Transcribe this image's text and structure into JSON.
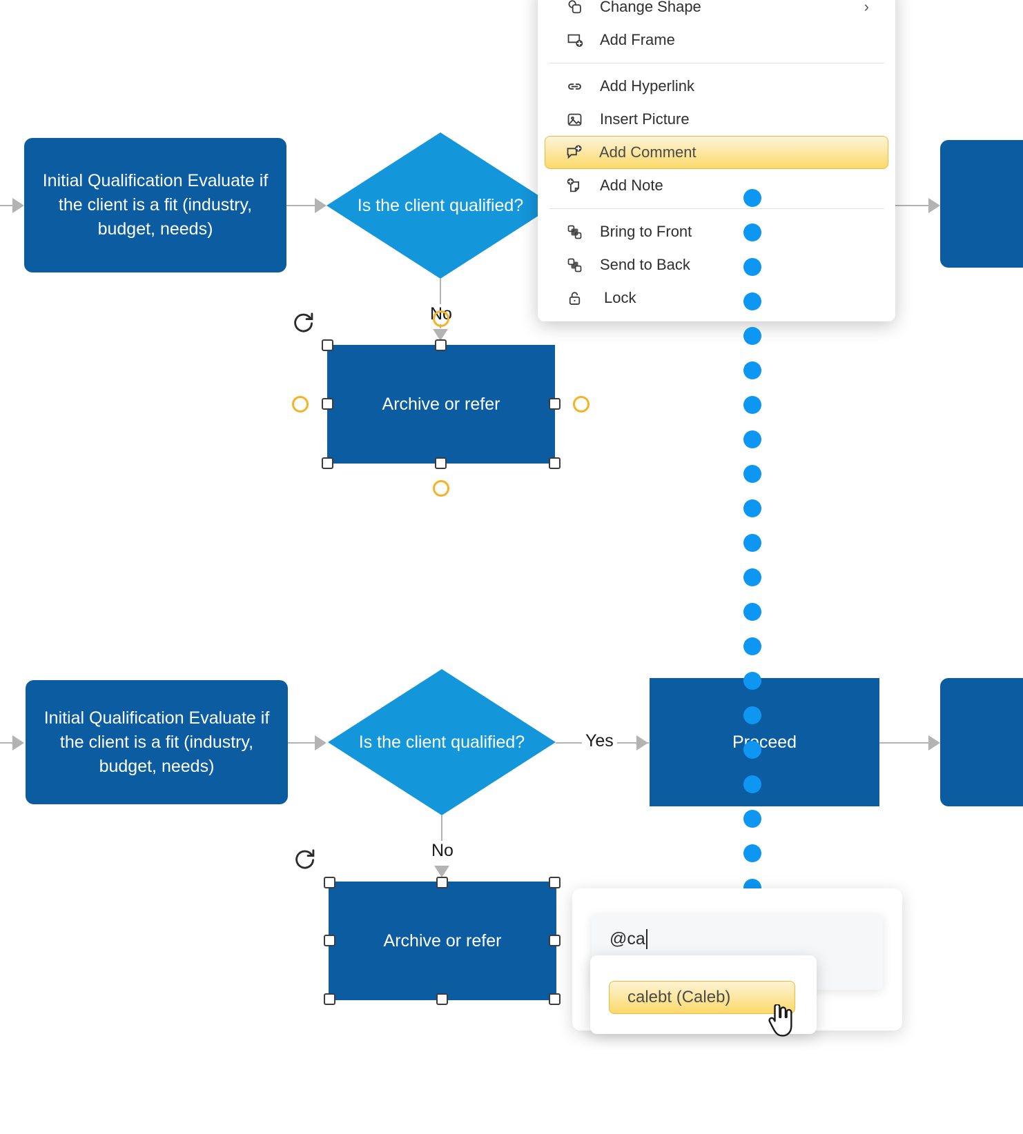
{
  "app": {
    "kind": "diagram-editor-canvas",
    "accent_blue_dark": "#0b5ca0",
    "accent_blue_light": "#1496db",
    "highlight_amber": "#fbd96a",
    "drag_dot_blue": "#0d96f2",
    "connector_gray": "#b3b3b3"
  },
  "flow_top": {
    "process_1": "Initial Qualification Evaluate if the client is a fit (industry, budget, needs)",
    "decision_1": "Is the client qualified?",
    "edge_no": "No",
    "selected_shape": "Archive or refer"
  },
  "flow_bottom": {
    "process_1": "Initial Qualification Evaluate if the client is a fit (industry, budget, needs)",
    "decision_1": "Is the client qualified?",
    "edge_yes": "Yes",
    "edge_no": "No",
    "process_proceed": "Proceed",
    "selected_shape": "Archive or refer"
  },
  "context_menu": {
    "items": [
      {
        "label": "Change Shape",
        "icon": "change-shape-icon",
        "submenu": true,
        "highlight": false
      },
      {
        "label": "Add Frame",
        "icon": "add-frame-icon",
        "submenu": false,
        "highlight": false
      },
      {
        "label": "Add Hyperlink",
        "icon": "add-hyperlink-icon",
        "submenu": false,
        "highlight": false
      },
      {
        "label": "Insert Picture",
        "icon": "insert-picture-icon",
        "submenu": false,
        "highlight": false
      },
      {
        "label": "Add Comment",
        "icon": "add-comment-icon",
        "submenu": false,
        "highlight": true
      },
      {
        "label": "Add Note",
        "icon": "add-note-icon",
        "submenu": false,
        "highlight": false
      },
      {
        "label": "Bring to Front",
        "icon": "bring-to-front-icon",
        "submenu": false,
        "highlight": false
      },
      {
        "label": "Send to Back",
        "icon": "send-to-back-icon",
        "submenu": false,
        "highlight": false
      },
      {
        "label": "Lock",
        "icon": "lock-icon",
        "submenu": false,
        "highlight": false
      }
    ],
    "submenu_chevron": "›"
  },
  "comment_popup": {
    "input_value": "@ca",
    "input_placeholder": "",
    "autocomplete": {
      "options": [
        "calebt (Caleb)"
      ],
      "selected": "calebt (Caleb)"
    }
  }
}
